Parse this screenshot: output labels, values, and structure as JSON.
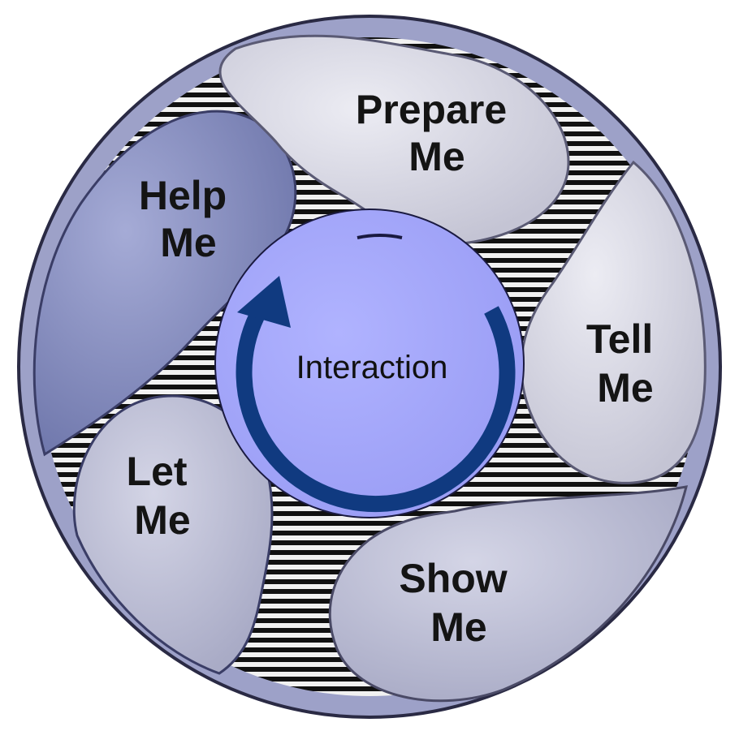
{
  "diagram": {
    "center": {
      "label": "Interaction"
    },
    "petals": [
      {
        "id": "prepare",
        "lines": [
          "Prepare",
          "Me"
        ]
      },
      {
        "id": "tell",
        "lines": [
          "Tell",
          "Me"
        ]
      },
      {
        "id": "show",
        "lines": [
          "Show",
          "Me"
        ]
      },
      {
        "id": "let",
        "lines": [
          "Let",
          "Me"
        ]
      },
      {
        "id": "help",
        "lines": [
          "Help",
          "Me"
        ]
      }
    ]
  },
  "colors": {
    "dark_petal": "#8f96c4",
    "light_petal": "#d9d9e6",
    "mid_petal": "#c3c4d8",
    "center_fill": "#a3a6ff",
    "arrow": "#103a80",
    "stripes_light": "#f1f1f1",
    "stripes_dark": "#111111"
  }
}
